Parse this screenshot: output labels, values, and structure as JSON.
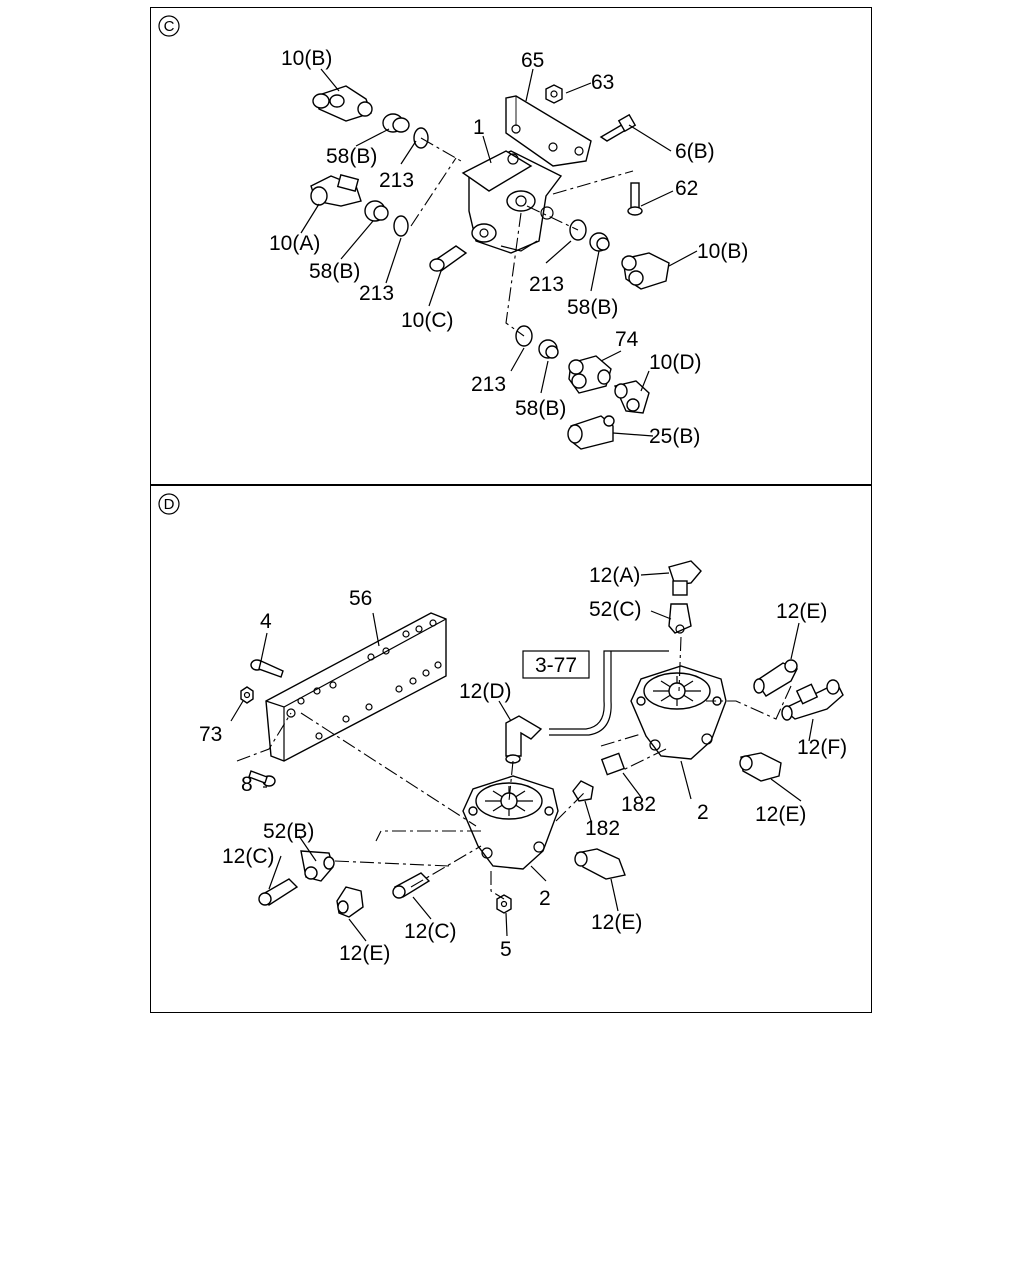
{
  "sections": {
    "c": {
      "marker": "C",
      "labels": {
        "l10b_top": "10(B)",
        "l65": "65",
        "l63": "63",
        "l1": "1",
        "l58b_a": "58(B)",
        "l213_a": "213",
        "l6b": "6(B)",
        "l62": "62",
        "l10a": "10(A)",
        "l58b_b": "58(B)",
        "l213_b": "213",
        "l10c": "10(C)",
        "l213_c": "213",
        "l58b_c": "58(B)",
        "l10b_right": "10(B)",
        "l74": "74",
        "l10d": "10(D)",
        "l213_d": "213",
        "l58b_d": "58(B)",
        "l25b": "25(B)"
      }
    },
    "d": {
      "marker": "D",
      "ref_box": "3-77",
      "labels": {
        "l12a": "12(A)",
        "l52c": "52(C)",
        "l12e_tr": "12(E)",
        "l56": "56",
        "l4": "4",
        "l73": "73",
        "l12d": "12(D)",
        "l12f": "12(F)",
        "l182_a": "182",
        "l2_a": "2",
        "l12e_mr": "12(E)",
        "l8": "8",
        "l52b": "52(B)",
        "l12c_l": "12(C)",
        "l182_b": "182",
        "l2_b": "2",
        "l12c_m": "12(C)",
        "l12e_bl": "12(E)",
        "l5": "5",
        "l12e_bm": "12(E)"
      }
    }
  }
}
